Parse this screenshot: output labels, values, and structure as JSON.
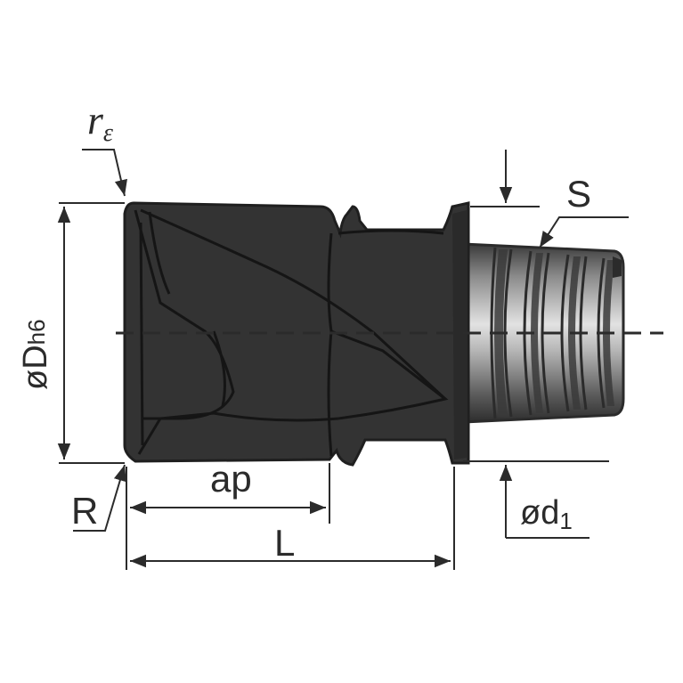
{
  "diagram": {
    "labels": {
      "corner_radius": {
        "main": "r",
        "sub": "ε"
      },
      "diameter": {
        "main": "øD",
        "sub": "h6"
      },
      "radius": "R",
      "depth_of_cut": "ap",
      "length": "L",
      "thread": "S",
      "shank_diameter": {
        "main": "ød",
        "sub": "1"
      }
    },
    "colors": {
      "line": "#2b2b2b",
      "head_body": "#333333",
      "shank_light": "#b8b8b8",
      "shank_dark": "#3a3a3a"
    }
  }
}
